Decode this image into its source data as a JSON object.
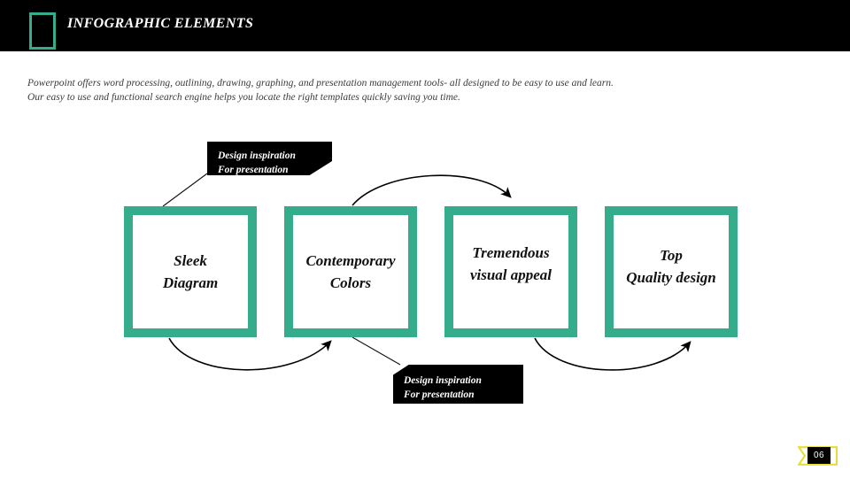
{
  "header": {
    "title": "INFOGRAPHIC ELEMENTS",
    "mark_icon": "teal-outline-rectangle",
    "bar_color": "#000000",
    "accent_color": "#35ad8c"
  },
  "intro": {
    "line1": "Powerpoint offers word processing,  outlining, drawing, graphing, and presentation management tools- all designed  to be easy to use and learn.",
    "line2": "Our easy to use and functional search engine helps  you locate the right  templates quickly saving you time."
  },
  "diagram": {
    "boxes": [
      {
        "id": "box-1",
        "label": "Sleek\nDiagram"
      },
      {
        "id": "box-2",
        "label": "Contemporary\nColors"
      },
      {
        "id": "box-3",
        "label": "Tremendous\nvisual appeal"
      },
      {
        "id": "box-4",
        "label": "Top\nQuality design"
      }
    ],
    "callouts": [
      {
        "id": "callout-top",
        "text": "Design inspiration\nFor presentation"
      },
      {
        "id": "callout-bottom",
        "text": "Design inspiration\nFor presentation"
      }
    ],
    "connector_color": "#000000",
    "box_border_color": "#35ad8c"
  },
  "footer": {
    "page_number": "06",
    "tag_color": "#e8dc3c"
  }
}
